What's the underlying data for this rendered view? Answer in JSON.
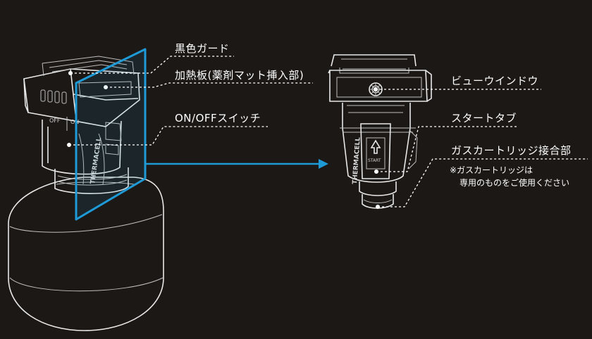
{
  "labels": {
    "black_guard": "黒色ガード",
    "heating_plate": "加熱板(薬剤マット挿入部)",
    "on_off_switch": "ON/OFFスイッチ",
    "view_window": "ビューウインドウ",
    "start_tab": "スタートタブ",
    "gas_cartridge_joint": "ガスカートリッジ接合部"
  },
  "note": {
    "line1": "※ガスカートリッジは",
    "line2": "専用のものをご使用ください"
  },
  "device_markings": {
    "brand": "THERMACELL",
    "off": "OFF",
    "on": "ON",
    "start": "START"
  },
  "colors": {
    "background": "#1c1816",
    "accent_blue": "#1e9ad6",
    "line": "#e8e8e8"
  }
}
